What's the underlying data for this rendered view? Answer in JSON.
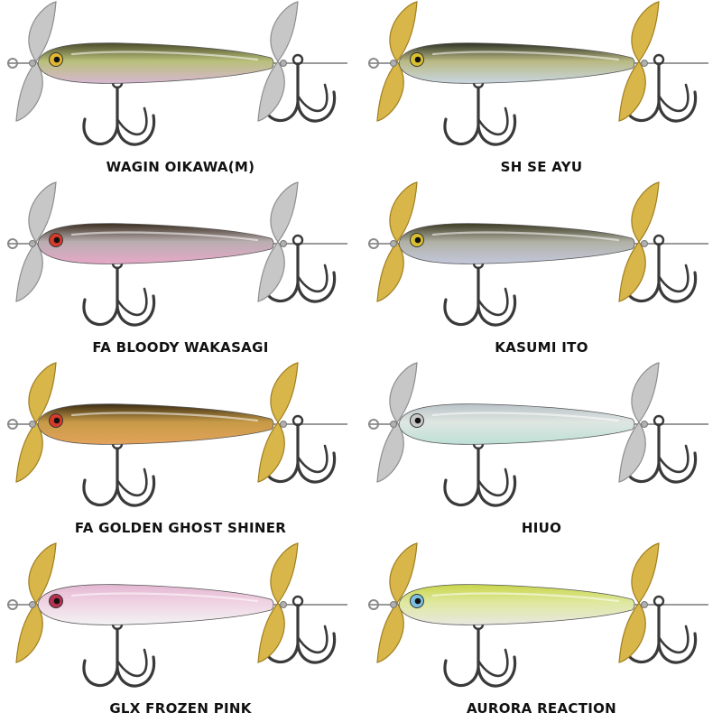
{
  "lures": [
    {
      "name": "WAGIN OIKAWA(M)",
      "colors": {
        "back": "#4a4a2a",
        "mid": "#b9c07a",
        "belly": "#d7b7d2",
        "blade": "#c7c7c7",
        "bladeEdge": "#8d8d8d",
        "eye": "#e0b830"
      }
    },
    {
      "name": "SH SE AYU",
      "colors": {
        "back": "#2f3326",
        "mid": "#b9b982",
        "belly": "#c9d6e2",
        "blade": "#d9b64a",
        "bladeEdge": "#9f7e1e",
        "eye": "#d8c030"
      }
    },
    {
      "name": "FA BLOODY WAKASAGI",
      "colors": {
        "back": "#3b2e1f",
        "mid": "#b9aeb0",
        "belly": "#e6a8c8",
        "blade": "#c7c7c7",
        "bladeEdge": "#8d8d8d",
        "eye": "#d83a2a"
      }
    },
    {
      "name": "KASUMI ITO",
      "colors": {
        "back": "#3b3a22",
        "mid": "#b0b0a4",
        "belly": "#c3c8dc",
        "blade": "#d9b64a",
        "bladeEdge": "#9f7e1e",
        "eye": "#d8c030"
      }
    },
    {
      "name": "FA GOLDEN GHOST SHINER",
      "colors": {
        "back": "#3a2c14",
        "mid": "#c79a47",
        "belly": "#e3a35a",
        "blade": "#d9b64a",
        "bladeEdge": "#9f7e1e",
        "eye": "#d83a2a"
      }
    },
    {
      "name": "HIUO",
      "colors": {
        "back": "#b9c3c8",
        "mid": "#dfe6e2",
        "belly": "#bde0d6",
        "blade": "#c7c7c7",
        "bladeEdge": "#8d8d8d",
        "eye": "#c8c8c8"
      }
    },
    {
      "name": "GLX FROZEN PINK",
      "colors": {
        "back": "#e3b7d2",
        "mid": "#f0d3e3",
        "belly": "#f2f2f2",
        "blade": "#d9b64a",
        "bladeEdge": "#9f7e1e",
        "eye": "#b83050"
      }
    },
    {
      "name": "AURORA REACTION",
      "colors": {
        "back": "#c9d64a",
        "mid": "#dfe8a0",
        "belly": "#e8e8e0",
        "blade": "#d9b64a",
        "bladeEdge": "#9f7e1e",
        "eye": "#7cc0e0"
      }
    }
  ]
}
